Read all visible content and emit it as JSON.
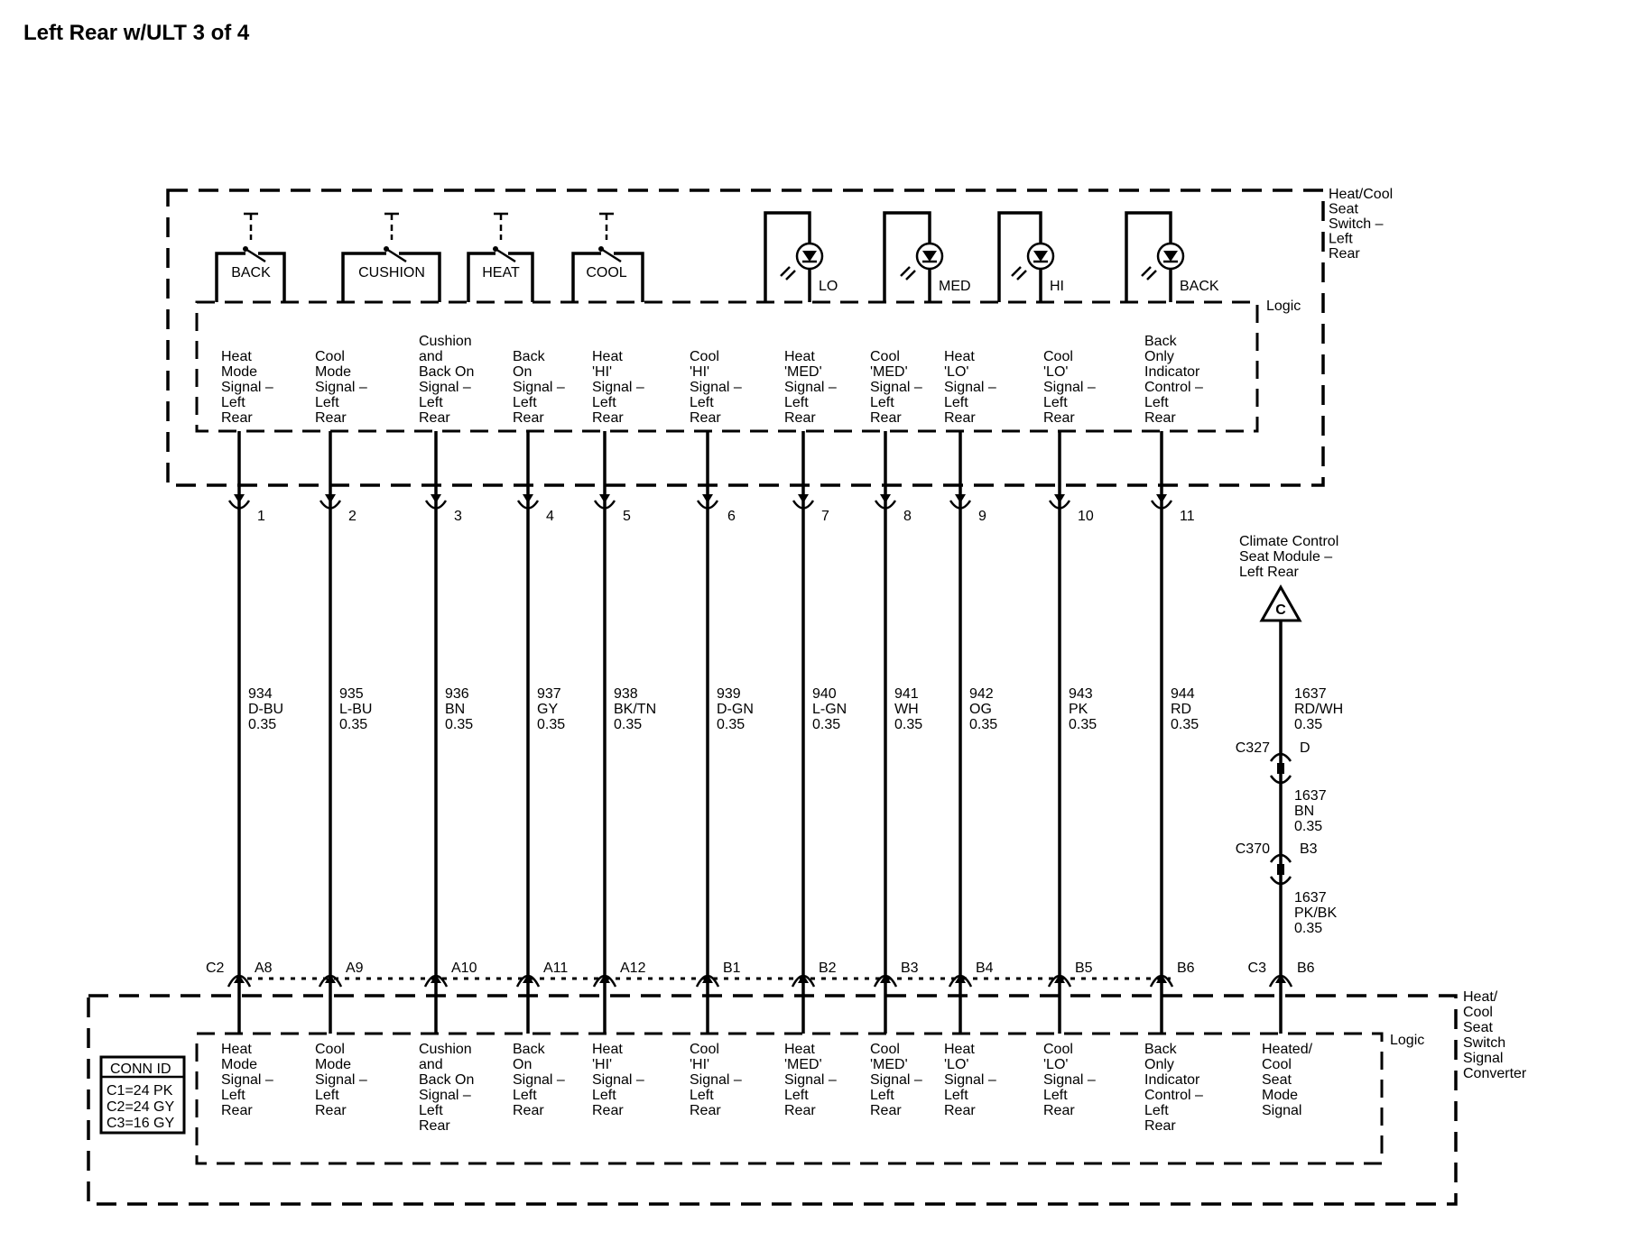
{
  "title": "Left Rear w/ULT 3 of 4",
  "switch_module": {
    "name_lines": [
      "Heat/Cool",
      "Seat",
      "Switch –",
      "Left",
      "Rear"
    ],
    "logic_label": "Logic",
    "switches": [
      {
        "label": "BACK",
        "icon": "switch-icon"
      },
      {
        "label": "CUSHION",
        "icon": "switch-icon"
      },
      {
        "label": "HEAT",
        "icon": "switch-icon"
      },
      {
        "label": "COOL",
        "icon": "switch-icon"
      }
    ],
    "indicators": [
      {
        "label": "LO",
        "icon": "led-icon"
      },
      {
        "label": "MED",
        "icon": "led-icon"
      },
      {
        "label": "HI",
        "icon": "led-icon"
      },
      {
        "label": "BACK",
        "icon": "led-icon"
      }
    ],
    "signals": [
      [
        "Heat",
        "Mode",
        "Signal –",
        "Left",
        "Rear"
      ],
      [
        "Cool",
        "Mode",
        "Signal –",
        "Left",
        "Rear"
      ],
      [
        "Cushion",
        "and",
        "Back On",
        "Signal –",
        "Left",
        "Rear"
      ],
      [
        "Back",
        "On",
        "Signal –",
        "Left",
        "Rear"
      ],
      [
        "Heat",
        "'HI'",
        "Signal –",
        "Left",
        "Rear"
      ],
      [
        "Cool",
        "'HI'",
        "Signal –",
        "Left",
        "Rear"
      ],
      [
        "Heat",
        "'MED'",
        "Signal –",
        "Left",
        "Rear"
      ],
      [
        "Cool",
        "'MED'",
        "Signal –",
        "Left",
        "Rear"
      ],
      [
        "Heat",
        "'LO'",
        "Signal –",
        "Left",
        "Rear"
      ],
      [
        "Cool",
        "'LO'",
        "Signal –",
        "Left",
        "Rear"
      ],
      [
        "Back",
        "Only",
        "Indicator",
        "Control –",
        "Left",
        "Rear"
      ]
    ]
  },
  "wires": [
    {
      "pin": "1",
      "circuit": "934",
      "color": "D-BU",
      "size": "0.35",
      "conn_pin": "A8"
    },
    {
      "pin": "2",
      "circuit": "935",
      "color": "L-BU",
      "size": "0.35",
      "conn_pin": "A9"
    },
    {
      "pin": "3",
      "circuit": "936",
      "color": "BN",
      "size": "0.35",
      "conn_pin": "A10"
    },
    {
      "pin": "4",
      "circuit": "937",
      "color": "GY",
      "size": "0.35",
      "conn_pin": "A11"
    },
    {
      "pin": "5",
      "circuit": "938",
      "color": "BK/TN",
      "size": "0.35",
      "conn_pin": "A12"
    },
    {
      "pin": "6",
      "circuit": "939",
      "color": "D-GN",
      "size": "0.35",
      "conn_pin": "B1"
    },
    {
      "pin": "7",
      "circuit": "940",
      "color": "L-GN",
      "size": "0.35",
      "conn_pin": "B2"
    },
    {
      "pin": "8",
      "circuit": "941",
      "color": "WH",
      "size": "0.35",
      "conn_pin": "B3"
    },
    {
      "pin": "9",
      "circuit": "942",
      "color": "OG",
      "size": "0.35",
      "conn_pin": "B4"
    },
    {
      "pin": "10",
      "circuit": "943",
      "color": "PK",
      "size": "0.35",
      "conn_pin": "B5"
    },
    {
      "pin": "11",
      "circuit": "944",
      "color": "RD",
      "size": "0.35",
      "conn_pin": "B6"
    }
  ],
  "conn_c2": "C2",
  "climate": {
    "name_lines": [
      "Climate Control",
      "Seat Module –",
      "Left Rear"
    ],
    "ref_letter": "C",
    "segments": [
      {
        "circuit": "1637",
        "color": "RD/WH",
        "size": "0.35"
      },
      {
        "circuit": "1637",
        "color": "BN",
        "size": "0.35"
      },
      {
        "circuit": "1637",
        "color": "PK/BK",
        "size": "0.35"
      }
    ],
    "inline1": {
      "conn": "C327",
      "pin": "D"
    },
    "inline2": {
      "conn": "C370",
      "pin": "B3"
    },
    "bottom": {
      "conn": "C3",
      "pin": "B6"
    }
  },
  "converter": {
    "name_lines": [
      "Heat/",
      "Cool",
      "Seat",
      "Switch",
      "Signal",
      "Converter"
    ],
    "logic_label": "Logic",
    "conn_id": {
      "title": "CONN ID",
      "lines": [
        "C1=24 PK",
        "C2=24 GY",
        "C3=16 GY"
      ]
    },
    "signals": [
      [
        "Heat",
        "Mode",
        "Signal –",
        "Left",
        "Rear"
      ],
      [
        "Cool",
        "Mode",
        "Signal –",
        "Left",
        "Rear"
      ],
      [
        "Cushion",
        "and",
        "Back On",
        "Signal –",
        "Left",
        "Rear"
      ],
      [
        "Back",
        "On",
        "Signal –",
        "Left",
        "Rear"
      ],
      [
        "Heat",
        "'HI'",
        "Signal –",
        "Left",
        "Rear"
      ],
      [
        "Cool",
        "'HI'",
        "Signal –",
        "Left",
        "Rear"
      ],
      [
        "Heat",
        "'MED'",
        "Signal –",
        "Left",
        "Rear"
      ],
      [
        "Cool",
        "'MED'",
        "Signal –",
        "Left",
        "Rear"
      ],
      [
        "Heat",
        "'LO'",
        "Signal –",
        "Left",
        "Rear"
      ],
      [
        "Cool",
        "'LO'",
        "Signal –",
        "Left",
        "Rear"
      ],
      [
        "Back",
        "Only",
        "Indicator",
        "Control –",
        "Left",
        "Rear"
      ],
      [
        "Heated/",
        "Cool",
        "Seat",
        "Mode",
        "Signal"
      ]
    ]
  }
}
